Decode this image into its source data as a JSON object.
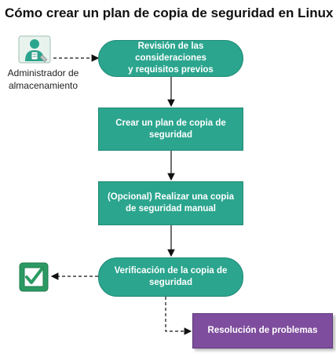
{
  "title": "Cómo crear un plan de copia de seguridad en Linux",
  "actor": {
    "label_line1": "Administrador de",
    "label_line2": "almacenamiento",
    "icon": "storage-admin-icon"
  },
  "steps": [
    {
      "id": "step1",
      "line1": "Revisión de las consideraciones",
      "line2": "y requisitos previos",
      "shape": "stadium"
    },
    {
      "id": "step2",
      "line1": "Crear un plan de copia de",
      "line2": "seguridad",
      "shape": "rect"
    },
    {
      "id": "step3",
      "line1": "(Opcional) Realizar una copia",
      "line2": "de seguridad manual",
      "shape": "rect"
    },
    {
      "id": "step4",
      "line1": "Verificación de la copia de",
      "line2": "seguridad",
      "shape": "stadium"
    }
  ],
  "troubleshoot": {
    "label": "Resolución de problemas"
  },
  "done_icon": "checkbox-icon",
  "colors": {
    "teal": "#2ba58e",
    "teal_border": "#1f8a75",
    "purple": "#7e4d9d",
    "check_green": "#2b9a63"
  }
}
